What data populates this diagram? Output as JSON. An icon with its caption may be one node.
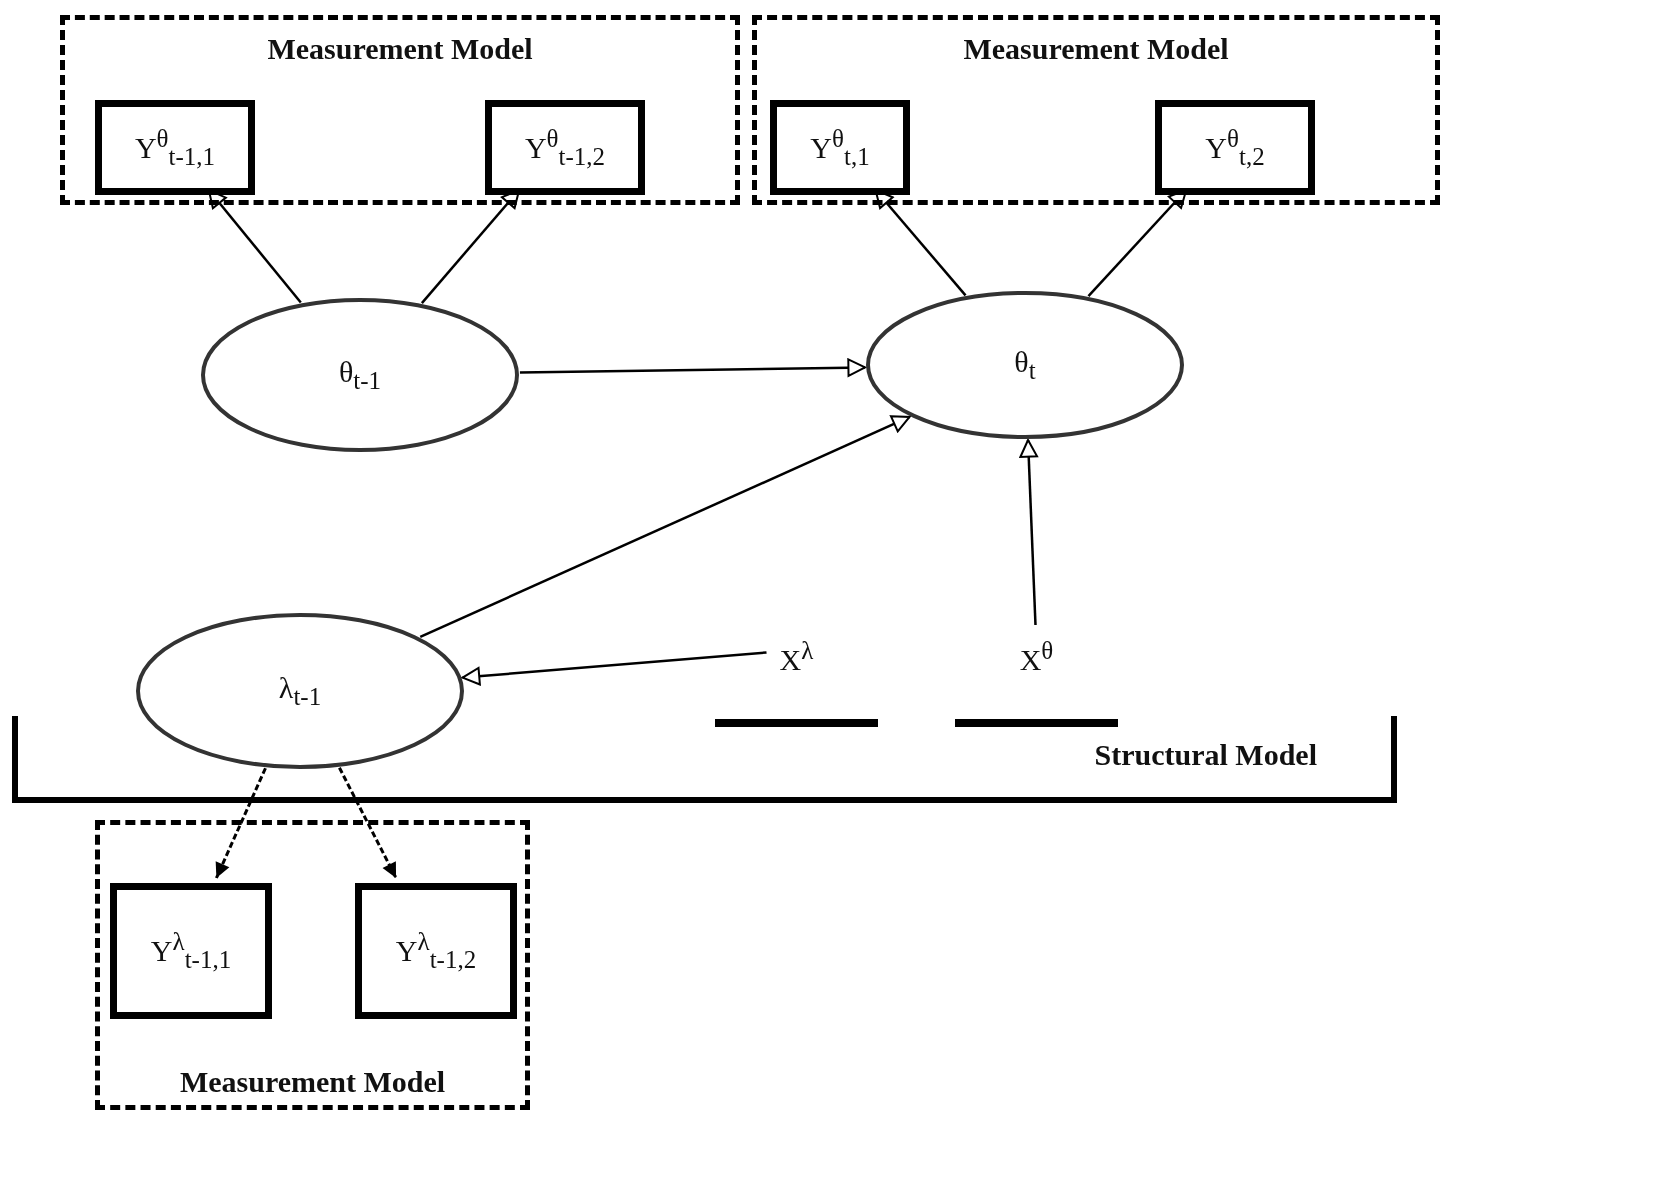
{
  "diagram": {
    "nodes": [
      {
        "text": [
          "Measurement Model"
        ]
      },
      {
        "text": [
          "Y$^{θ}$$_{t-1,1}$"
        ],
        "in": 0
      },
      {
        "text": [
          "Y$^{θ}$$_{t-1,2}$"
        ],
        "in": 0
      },
      {
        "text": [
          "Measurement Model"
        ]
      },
      {
        "text": [
          "Y$^{θ}$$_{t,1}$"
        ],
        "in": 3
      },
      {
        "text": [
          "Y$^{θ}$$_{t,2}$"
        ],
        "in": 3
      },
      {
        "text": [
          "θ$_{t-1}$"
        ]
      },
      {
        "text": [
          "θ$_{t}$"
        ]
      },
      {
        "text": [
          "λ$_{t-1}$"
        ]
      },
      {
        "text": [
          "X$^{λ}$"
        ]
      },
      {
        "text": [
          "X$^{θ}$"
        ]
      },
      {
        "text": [
          "Measurement Model"
        ]
      },
      {
        "text": [
          "Y$^{λ}$$_{t-1,1}$"
        ],
        "in": 11
      },
      {
        "text": [
          "Y$^{λ}$$_{t-1,2}$"
        ],
        "in": 11
      }
    ],
    "edges": [
      {
        "from": 6,
        "to": 1,
        "arrow": "to"
      },
      {
        "from": 6,
        "to": 2,
        "arrow": "to"
      },
      {
        "from": 7,
        "to": 4,
        "arrow": "to"
      },
      {
        "from": 7,
        "to": 5,
        "arrow": "to"
      },
      {
        "from": 6,
        "to": 7,
        "arrow": "to"
      },
      {
        "from": 8,
        "to": 7,
        "arrow": "to"
      },
      {
        "from": 10,
        "to": 7,
        "arrow": "to"
      },
      {
        "from": 9,
        "to": 8,
        "arrow": "to"
      },
      {
        "from": 8,
        "to": 12,
        "arrow": "to",
        "style": "dashed"
      },
      {
        "from": 8,
        "to": 13,
        "arrow": "to",
        "style": "dashed"
      }
    ],
    "labels": [
      "Structural Model"
    ]
  }
}
